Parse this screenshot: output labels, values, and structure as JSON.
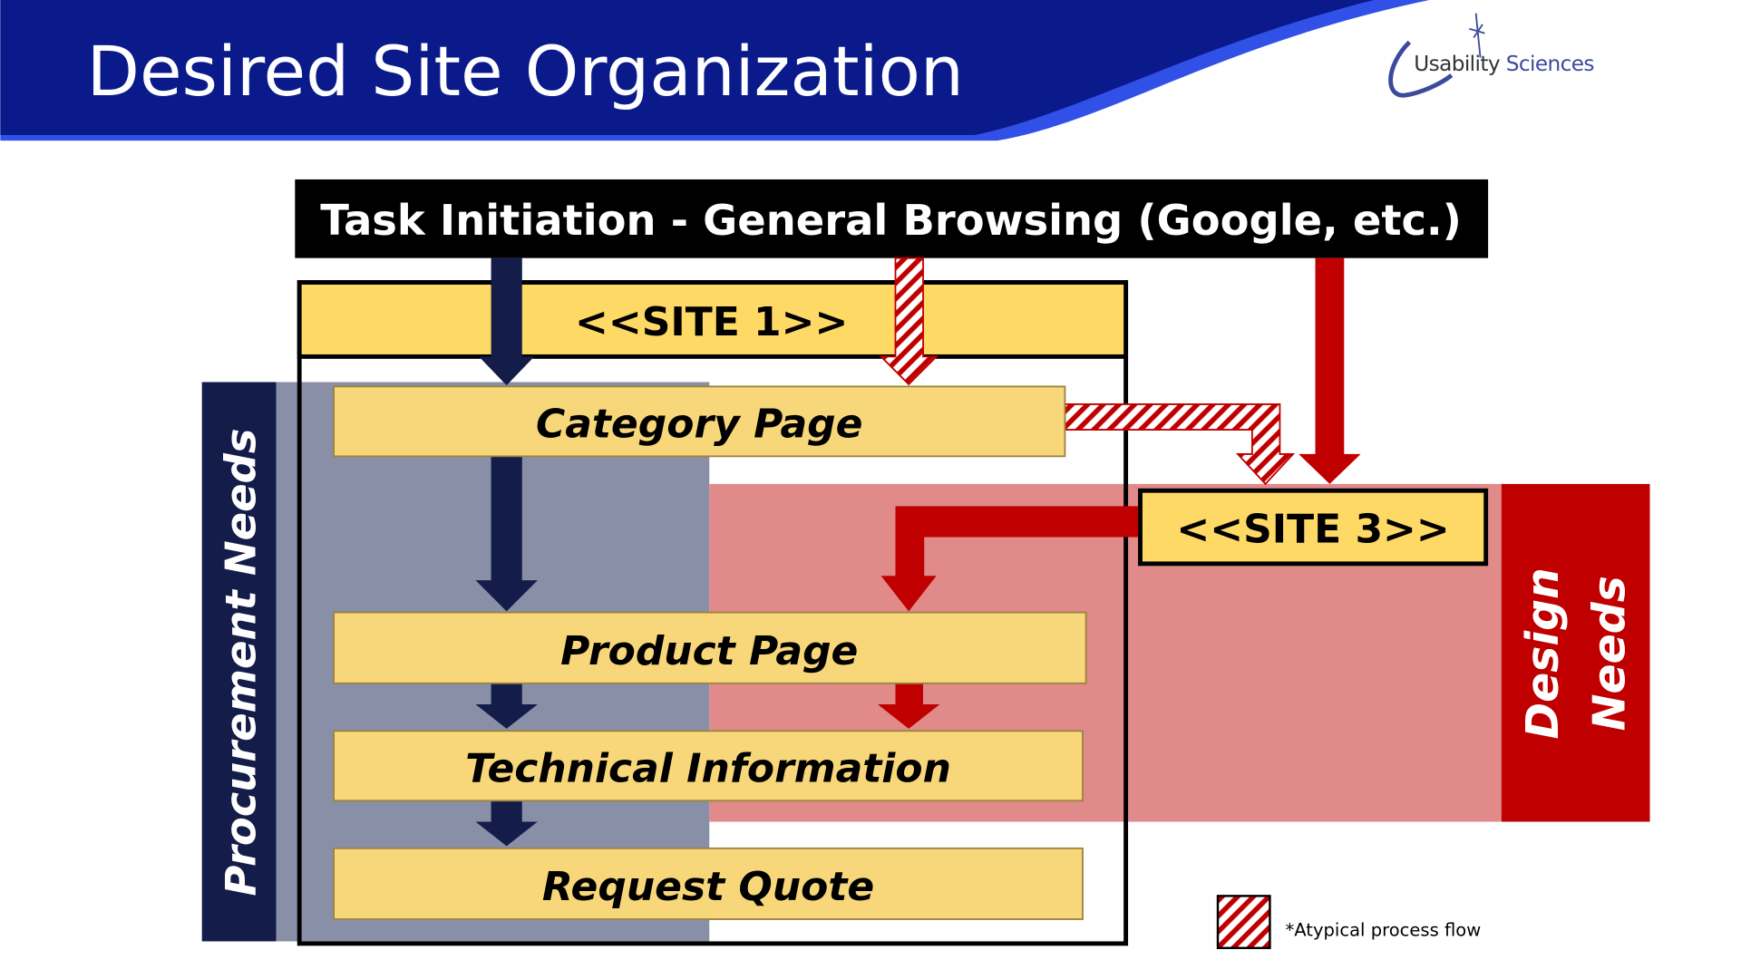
{
  "header": {
    "title": "Desired Site Organization",
    "logo": "Usability Sciences"
  },
  "diagram": {
    "task_initiation": "Task Initiation - General Browsing (Google, etc.)",
    "site1": "<<SITE 1>>",
    "site3": "<<SITE 3>>",
    "pages": [
      "Category Page",
      "Product Page",
      "Technical Information",
      "Request Quote"
    ],
    "procurement_label": "Procurement Needs",
    "design_label_1": "Design",
    "design_label_2": "Needs",
    "legend": "*Atypical process flow"
  },
  "colors": {
    "navy": "#141C4A",
    "red": "#C00000",
    "yellow": "#FFD966",
    "page": "#F8D77A",
    "gray": "#8A8FA8",
    "pink": "#E08A8A"
  }
}
